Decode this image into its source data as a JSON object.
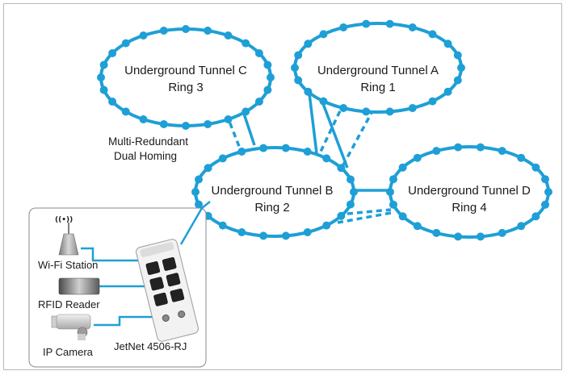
{
  "rings": [
    {
      "id": "c",
      "title": "Underground Tunnel C",
      "subtitle": "Ring 3"
    },
    {
      "id": "a",
      "title": "Underground Tunnel A",
      "subtitle": "Ring 1"
    },
    {
      "id": "b",
      "title": "Underground Tunnel B",
      "subtitle": "Ring 2"
    },
    {
      "id": "d",
      "title": "Underground Tunnel D",
      "subtitle": "Ring 4"
    }
  ],
  "labels": {
    "redundancy_line1": "Multi-Redundant",
    "redundancy_line2": "Dual Homing",
    "wifi_symbol": "((•))"
  },
  "devices": {
    "wifi_station": "Wi-Fi Station",
    "rfid_reader": "RFID Reader",
    "ip_camera": "IP Camera",
    "switch_model": "JetNet 4506-RJ"
  },
  "colors": {
    "ring": "#1e9fd6",
    "text": "#1a1a1a",
    "frame": "#b8b8b8"
  }
}
